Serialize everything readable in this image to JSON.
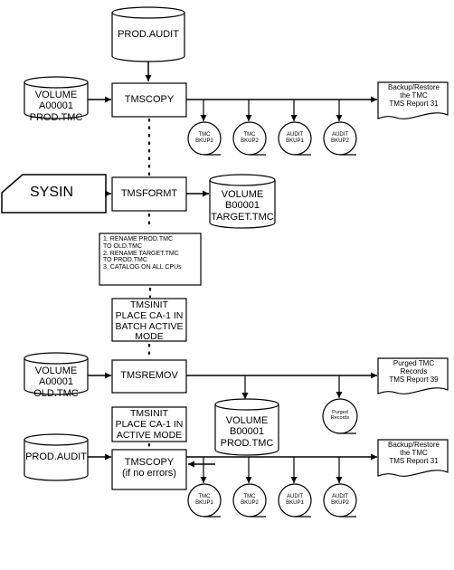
{
  "diagram": {
    "prod_audit_top": "PROD.AUDIT",
    "volume_a00001_prod": "VOLUME\nA00001\nPROD.TMC",
    "tmscopy_1": "TMSCOPY",
    "report_1": "Backup/Restore\nthe TMC\nTMS Report 31",
    "tapes_1": [
      "TMC\nBKUP1",
      "TMC\nBKUP2",
      "AUDIT\nBKUP1",
      "AUDIT\nBKUP2"
    ],
    "sysin": "SYSIN",
    "tmsformt": "TMSFORMT",
    "volume_b00001_target": "VOLUME\nB00001\nTARGET.TMC",
    "rename_steps": "1. RENAME PROD.TMC\n    TO OLD.TMC\n2. RENAME TARGET.TMC\n    TO PROD.TMC\n3. CATALOG ON ALL CPUs",
    "tmsinit_batch": "TMSINIT\nPLACE CA-1 IN\nBATCH ACTIVE\nMODE",
    "volume_a00001_old": "VOLUME\nA00001\nOLD.TMC",
    "tmsremov": "TMSREMOV",
    "report_2": "Purged TMC\nRecords\nTMS Report 39",
    "purged_records": "Purged\nRecords",
    "tmsinit_active": "TMSINIT\nPLACE CA-1 IN\nACTIVE MODE",
    "volume_b00001_prod": "VOLUME\nB00001\nPROD.TMC",
    "prod_audit_bottom": "PROD.AUDIT",
    "tmscopy_2": "TMSCOPY\n(if no errors)",
    "report_3": "Backup/Restore\nthe TMC\nTMS Report 31",
    "tapes_2": [
      "TMC\nBKUP1",
      "TMC\nBKUP2",
      "AUDIT\nBKUP1",
      "AUDIT\nBKUP2"
    ]
  }
}
